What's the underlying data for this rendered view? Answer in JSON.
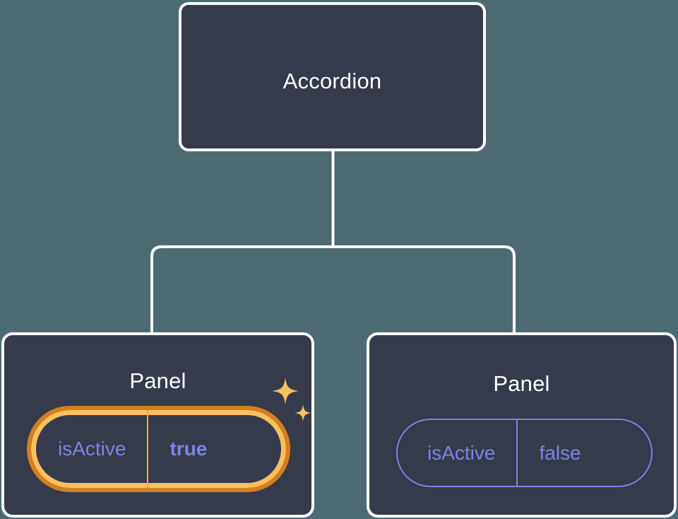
{
  "canvas": {
    "background_color": "#4d6a73",
    "node_fill_color": "#353b4a",
    "node_border_color": "#ffffff",
    "connector_color": "#ffffff",
    "prop_text_color": "#7e83e8",
    "highlight_outer_color": "#d4801f",
    "highlight_inner_color": "#fbbf60",
    "sparkle_color": "#fbbf60"
  },
  "tree": {
    "root": {
      "title": "Accordion"
    },
    "children": [
      {
        "title": "Panel",
        "highlighted": true,
        "props": [
          {
            "key": "isActive",
            "value": "true"
          }
        ],
        "decorations": [
          "sparkle-large-icon",
          "sparkle-small-icon"
        ]
      },
      {
        "title": "Panel",
        "highlighted": false,
        "props": [
          {
            "key": "isActive",
            "value": "false"
          }
        ],
        "decorations": []
      }
    ]
  }
}
